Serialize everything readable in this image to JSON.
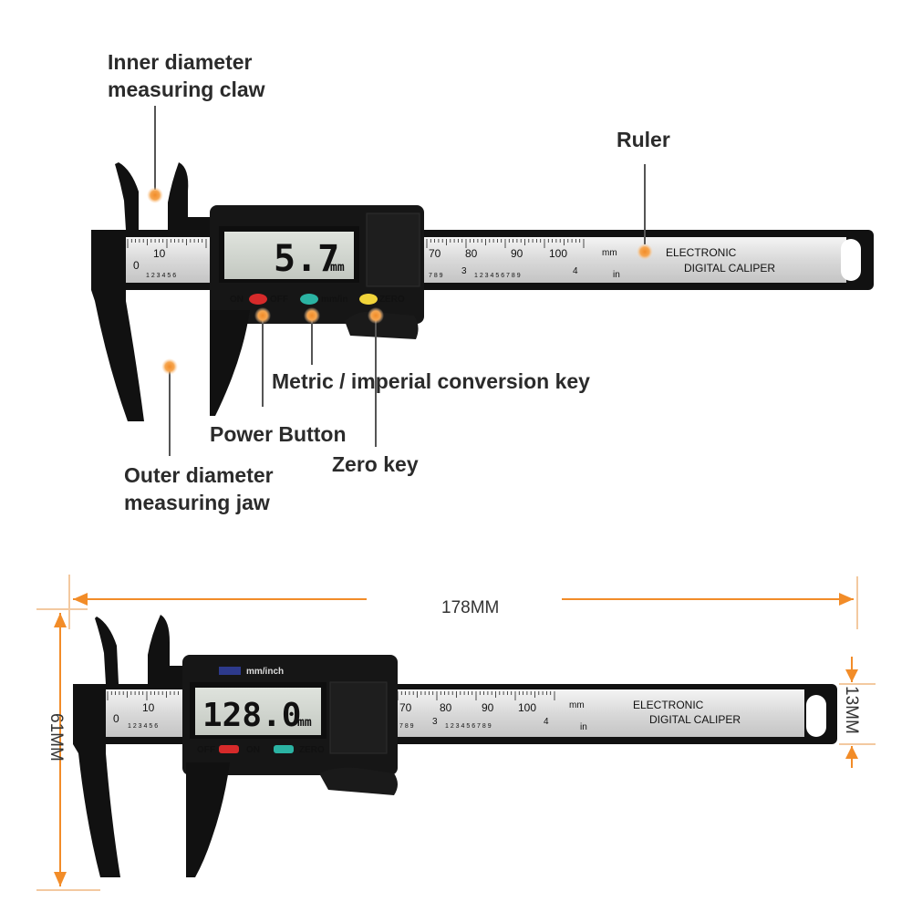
{
  "callouts": {
    "inner_jaw": [
      "Inner diameter",
      "measuring claw"
    ],
    "ruler": "Ruler",
    "conversion": "Metric / imperial conversion key",
    "power": "Power Button",
    "zero": "Zero key",
    "outer_jaw": [
      "Outer diameter",
      "measuring jaw"
    ]
  },
  "caliper_top": {
    "reading": "5.7",
    "unit": "mm",
    "btn_on": "ON",
    "btn_off": "OFF",
    "btn_mode": "mm/in",
    "btn_zero": "ZERO",
    "brand": [
      "ELECTRONIC",
      "DIGITAL CALIPER"
    ],
    "scale_mm": "mm",
    "scale_in": "in",
    "scale_left": [
      "0",
      "10"
    ],
    "scale_right": [
      "70",
      "80",
      "90",
      "100"
    ],
    "inch_small": "1 2 3 4 5 6",
    "inch_right": "7 8 9",
    "inch_small2": "1 2 3 4 5 6 7 8 9",
    "inch_3": "3",
    "inch_4": "4"
  },
  "caliper_bottom": {
    "reading": "128.0",
    "unit": "mm",
    "mode_label": "mm/inch",
    "btn_off": "OFF",
    "btn_on": "ON",
    "btn_zero": "ZERO",
    "brand": [
      "ELECTRONIC",
      "DIGITAL CALIPER"
    ],
    "scale_mm": "mm",
    "scale_in": "in",
    "scale_left": [
      "0",
      "10"
    ],
    "scale_right": [
      "70",
      "80",
      "90",
      "100"
    ],
    "inch_small": "1 2 3 4 5 6",
    "inch_right": "7 8 9",
    "inch_small2": "1 2 3 4 5 6 7 8 9",
    "inch_3": "3",
    "inch_4": "4"
  },
  "dimensions": {
    "length": "178MM",
    "height": "61MM",
    "width": "13MM"
  },
  "colors": {
    "callout_dot": "#f28c28",
    "dimension_line": "#f28c28",
    "btn_red": "#d62a2a",
    "btn_teal": "#2bb3a3",
    "btn_yellow": "#f1d43a"
  }
}
